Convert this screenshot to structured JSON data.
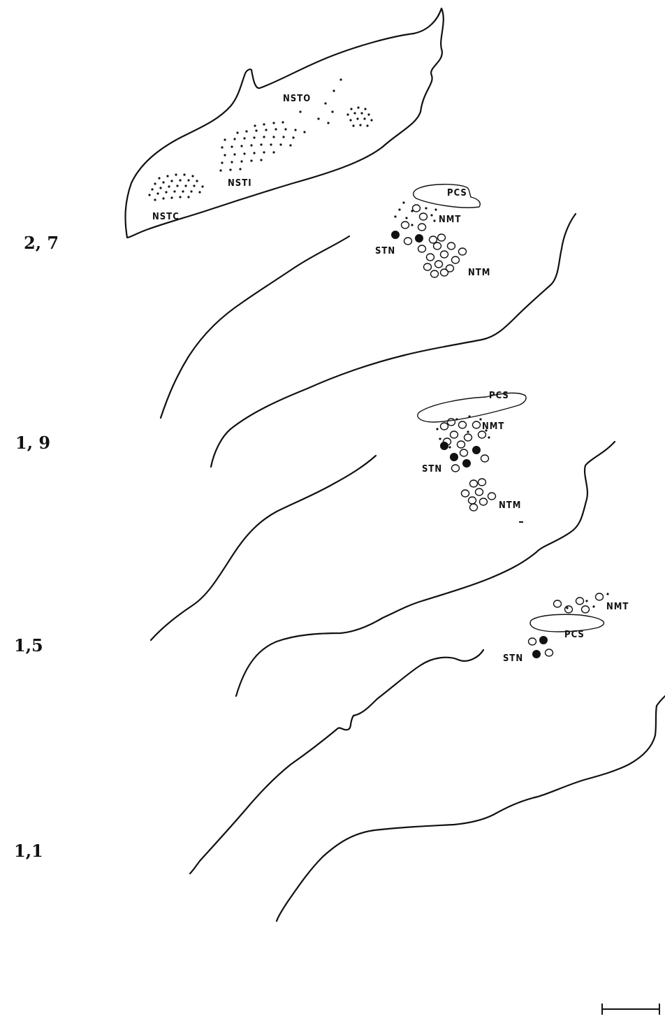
{
  "levels": [
    "2, 7",
    "1, 9",
    "1,5",
    "1,1"
  ],
  "section_2_7": {
    "nstc": "NSTC",
    "nsti": "NSTI",
    "nsto": "NSTO",
    "pcs": "PCS",
    "nmt": "NMT",
    "stn": "STN",
    "ntm": "NTM"
  },
  "section_1_9": {
    "pcs": "PCS",
    "nmt": "NMT",
    "stn": "STN",
    "ntm": "NTM"
  },
  "section_1_5": {
    "nmt": "NMT",
    "pcs": "PCS",
    "stn": "STN"
  }
}
